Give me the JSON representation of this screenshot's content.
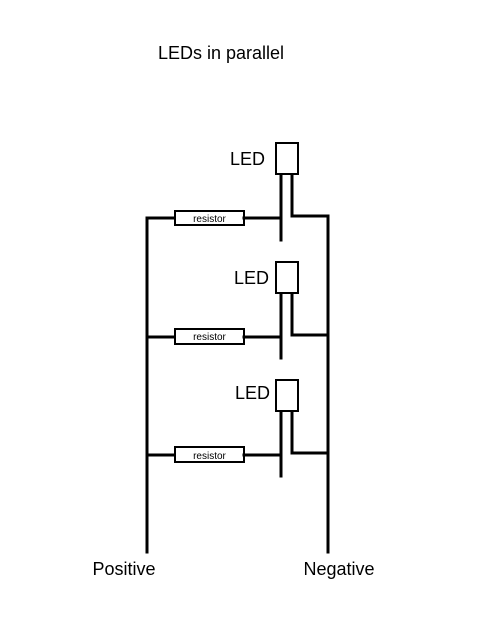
{
  "title": "LEDs in parallel",
  "terminals": {
    "positive": "Positive",
    "negative": "Negative"
  },
  "branches": [
    {
      "led_label": "LED",
      "resistor_label": "resistor"
    },
    {
      "led_label": "LED",
      "resistor_label": "resistor"
    },
    {
      "led_label": "LED",
      "resistor_label": "resistor"
    }
  ],
  "colors": {
    "line": "#000000",
    "background": "#ffffff"
  }
}
